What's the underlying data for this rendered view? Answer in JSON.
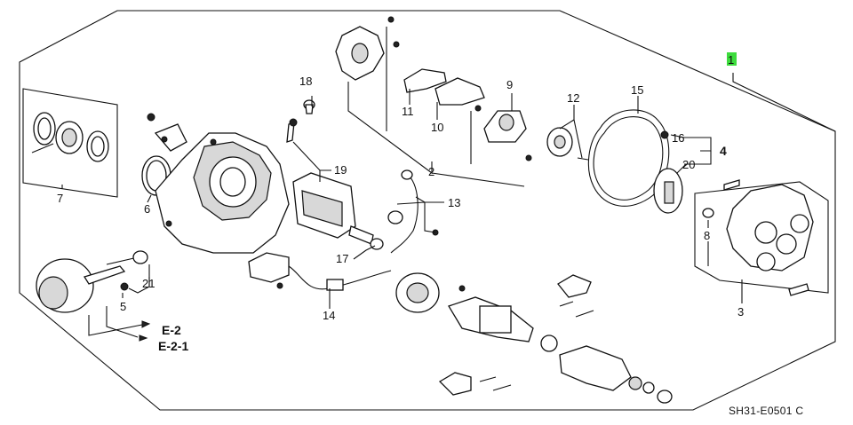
{
  "callouts": {
    "c1": "1",
    "c2": "2",
    "c3": "3",
    "c4": "4",
    "c5": "5",
    "c6": "6",
    "c7": "7",
    "c8": "8",
    "c9": "9",
    "c10": "10",
    "c11": "11",
    "c12": "12",
    "c13": "13",
    "c14": "14",
    "c15": "15",
    "c16": "16",
    "c17": "17",
    "c18": "18",
    "c19": "19",
    "c20": "20",
    "c21": "21"
  },
  "references": {
    "e2": "E-2",
    "e21": "E-2-1"
  },
  "diagram_code": "SH31-E0501 C",
  "colors": {
    "highlight": "#3ddc3d",
    "line": "#111111"
  }
}
